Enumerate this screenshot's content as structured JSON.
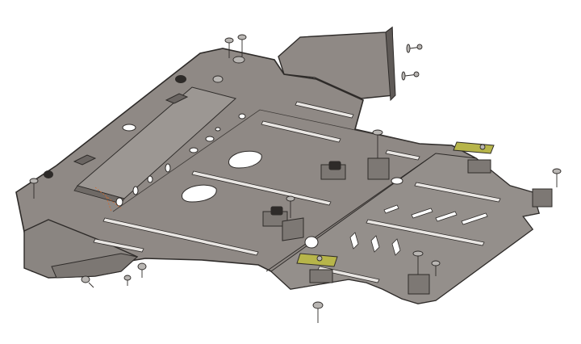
{
  "colors": {
    "background": "#ffffff",
    "plate": "#8f8985",
    "plate_dark": "#6f6a66",
    "plate_light": "#a9a4a0",
    "edge": "#2e2b29",
    "slot": "#e9e6e3",
    "hole": "#ffffff",
    "bracket": "#7d7874",
    "hardware": "#b9b6b3",
    "clip_accent": "#b7b54a",
    "hint": "#d96a2a"
  },
  "components": {
    "main_plate": "skid-plate-main",
    "rear_extension": "skid-plate-rear-extension",
    "front_apron": "skid-plate-front-apron",
    "mounting_brackets": 6,
    "fasteners_loose": 5,
    "nut_clips": 2
  }
}
